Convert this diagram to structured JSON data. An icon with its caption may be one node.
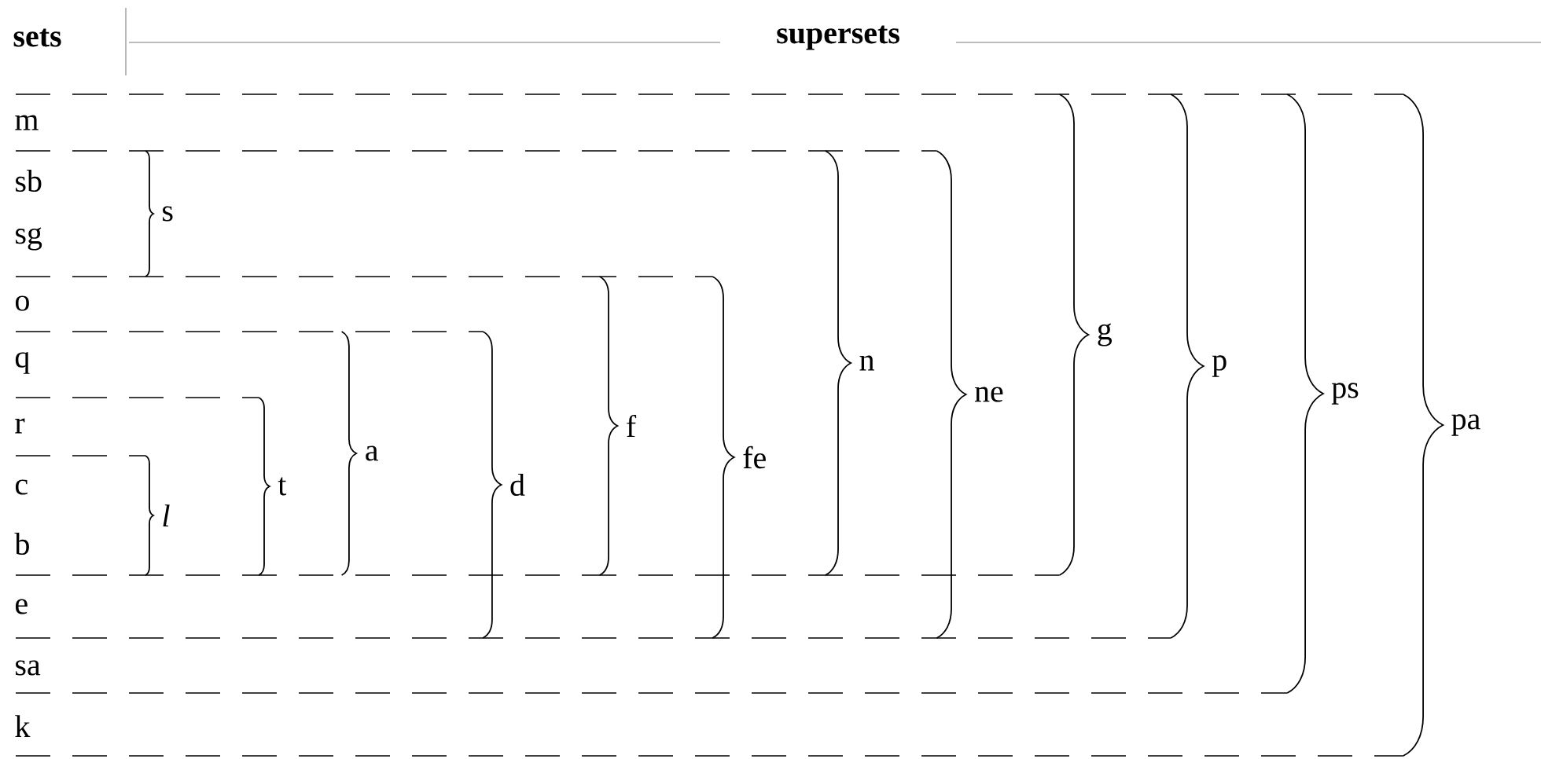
{
  "diagram": {
    "labels": [
      "sets",
      "supersets",
      "m",
      "sb",
      "sg",
      "o",
      "q",
      "r",
      "c",
      "b",
      "e",
      "sa",
      "k",
      "s",
      "l",
      "t",
      "a",
      "d",
      "f",
      "fe",
      "n",
      "ne",
      "g",
      "p",
      "ps",
      "pa"
    ]
  }
}
